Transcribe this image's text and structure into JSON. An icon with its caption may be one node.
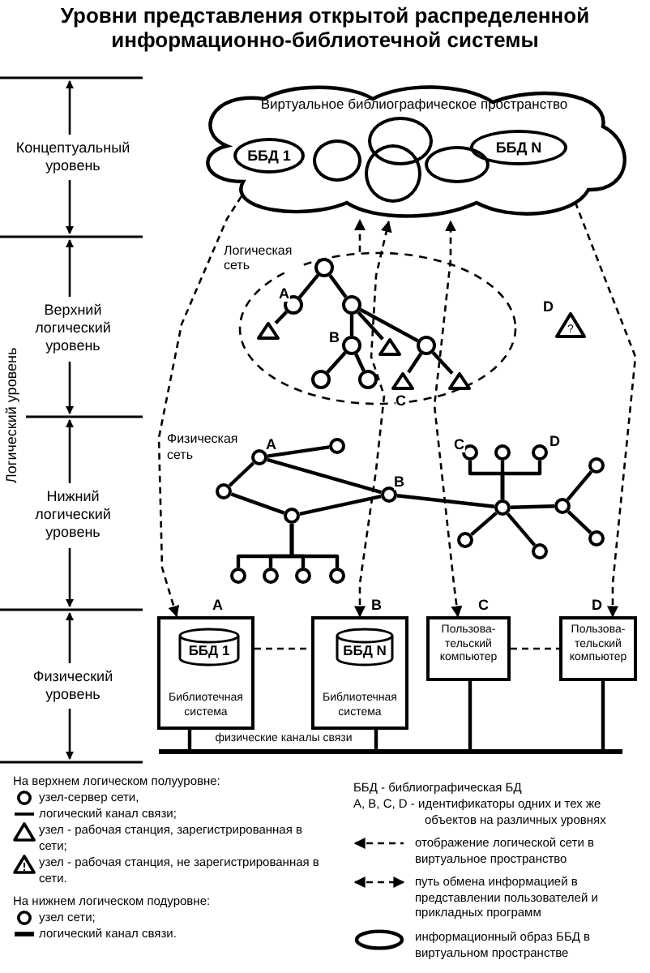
{
  "diagram": {
    "title": "Уровни представления открытой распределенной информационно-библиотечной системы",
    "nodes": [
      {
        "text": [
          "Виртуальное библиографическое пространство"
        ]
      },
      {
        "text": [
          "ББД 1"
        ],
        "in": 0
      },
      {
        "text": [],
        "shape": "ellipse",
        "in": 0
      },
      {
        "text": [],
        "shape": "ellipse",
        "in": 0
      },
      {
        "text": [],
        "shape": "ellipse",
        "in": 0
      },
      {
        "text": [],
        "shape": "ellipse",
        "in": 0
      },
      {
        "text": [
          "ББД N"
        ],
        "in": 0
      },
      {
        "text": [
          "Логическая сеть"
        ]
      },
      {
        "text": [],
        "shape": "circle",
        "in": 7
      },
      {
        "text": [],
        "shape": "circle",
        "in": 7,
        "beside": [
          "A"
        ]
      },
      {
        "text": [],
        "shape": "circle",
        "in": 7
      },
      {
        "text": [],
        "shape": "triangle",
        "in": 7
      },
      {
        "text": [],
        "shape": "circle",
        "in": 7,
        "beside": [
          "B"
        ]
      },
      {
        "text": [],
        "shape": "triangle",
        "in": 7
      },
      {
        "text": [],
        "shape": "circle",
        "in": 7
      },
      {
        "text": [],
        "shape": "circle",
        "in": 7
      },
      {
        "text": [],
        "shape": "circle",
        "in": 7
      },
      {
        "text": [],
        "shape": "triangle",
        "in": 7,
        "beside": [
          "C"
        ]
      },
      {
        "text": [],
        "shape": "triangle",
        "in": 7
      },
      {
        "text": [
          "?"
        ],
        "beside": [
          "D"
        ]
      },
      {
        "text": [],
        "shape": "circle",
        "beside": [
          "A"
        ]
      },
      {
        "text": [],
        "shape": "circle"
      },
      {
        "text": [],
        "shape": "circle"
      },
      {
        "text": [],
        "shape": "circle"
      },
      {
        "text": [],
        "shape": "circle",
        "beside": [
          "B"
        ]
      },
      {
        "text": [],
        "shape": "circle"
      },
      {
        "text": [],
        "shape": "circle"
      },
      {
        "text": [],
        "shape": "circle"
      },
      {
        "text": [],
        "shape": "circle"
      },
      {
        "text": [],
        "shape": "circle",
        "beside": [
          "C"
        ]
      },
      {
        "text": [],
        "shape": "circle"
      },
      {
        "text": [],
        "shape": "circle",
        "beside": [
          "D"
        ]
      },
      {
        "text": [],
        "shape": "circle"
      },
      {
        "text": [],
        "shape": "circle"
      },
      {
        "text": [],
        "shape": "circle"
      },
      {
        "text": [],
        "shape": "circle"
      },
      {
        "text": [],
        "shape": "circle"
      },
      {
        "text": [],
        "shape": "circle"
      },
      {
        "text": [
          "Библиотечная система"
        ],
        "beside": [
          "A"
        ]
      },
      {
        "text": [
          "ББД 1"
        ],
        "in": 38
      },
      {
        "text": [
          "Библиотечная система"
        ],
        "beside": [
          "B"
        ]
      },
      {
        "text": [
          "ББД N"
        ],
        "in": 40
      },
      {
        "text": [
          "Пользова-тельский компьютер"
        ],
        "beside": [
          "C"
        ]
      },
      {
        "text": [
          "Пользова-тельский компьютер"
        ],
        "beside": [
          "D"
        ]
      },
      {
        "text": [],
        "shape": "bar",
        "beside": [
          "физические каналы связи"
        ]
      }
    ],
    "edges": [
      {
        "from": 38,
        "to": 1,
        "arrow": "both",
        "style": "dashed"
      },
      {
        "from": 40,
        "to": 0,
        "arrow": "both",
        "style": "dashed"
      },
      {
        "from": 42,
        "to": 0,
        "arrow": "both",
        "style": "dashed"
      },
      {
        "from": 43,
        "to": 6,
        "arrow": "both",
        "style": "dashed"
      },
      {
        "from": 7,
        "to": 0,
        "arrow": "to",
        "style": "dashed"
      },
      {
        "from": 8,
        "to": 9,
        "arrow": "none"
      },
      {
        "from": 8,
        "to": 10,
        "arrow": "none"
      },
      {
        "from": 9,
        "to": 11,
        "arrow": "none"
      },
      {
        "from": 10,
        "to": 12,
        "arrow": "none"
      },
      {
        "from": 10,
        "to": 13,
        "arrow": "none"
      },
      {
        "from": 10,
        "to": 14,
        "arrow": "none"
      },
      {
        "from": 12,
        "to": 15,
        "arrow": "none"
      },
      {
        "from": 12,
        "to": 16,
        "arrow": "none"
      },
      {
        "from": 14,
        "to": 17,
        "arrow": "none"
      },
      {
        "from": 14,
        "to": 18,
        "arrow": "none"
      },
      {
        "from": 20,
        "to": 21,
        "arrow": "none"
      },
      {
        "from": 20,
        "to": 22,
        "arrow": "none"
      },
      {
        "from": 20,
        "to": 24,
        "arrow": "none"
      },
      {
        "from": 22,
        "to": 23,
        "arrow": "none"
      },
      {
        "from": 23,
        "to": 24,
        "arrow": "none"
      },
      {
        "from": 23,
        "to": 25,
        "arrow": "none"
      },
      {
        "from": 23,
        "to": 26,
        "arrow": "none"
      },
      {
        "from": 23,
        "to": 27,
        "arrow": "none"
      },
      {
        "from": 23,
        "to": 28,
        "arrow": "none"
      },
      {
        "from": 24,
        "to": 32,
        "arrow": "none"
      },
      {
        "from": 32,
        "to": 29,
        "arrow": "none"
      },
      {
        "from": 32,
        "to": 30,
        "arrow": "none"
      },
      {
        "from": 32,
        "to": 31,
        "arrow": "none"
      },
      {
        "from": 32,
        "to": 33,
        "arrow": "none"
      },
      {
        "from": 32,
        "to": 34,
        "arrow": "none"
      },
      {
        "from": 32,
        "to": 35,
        "arrow": "none"
      },
      {
        "from": 35,
        "to": 36,
        "arrow": "none"
      },
      {
        "from": 35,
        "to": 37,
        "arrow": "none"
      },
      {
        "from": 38,
        "to": 40,
        "arrow": "none",
        "style": "dashed"
      },
      {
        "from": 42,
        "to": 43,
        "arrow": "none",
        "style": "dashed"
      },
      {
        "from": 38,
        "to": 44,
        "arrow": "none"
      },
      {
        "from": 40,
        "to": 44,
        "arrow": "none"
      },
      {
        "from": 42,
        "to": 44,
        "arrow": "none"
      },
      {
        "from": 43,
        "to": 44,
        "arrow": "none"
      }
    ],
    "labels": [
      "Концептуальный уровень",
      "Верхний логический уровень",
      "Логический уровень",
      "Физическая сеть",
      "Нижний логический уровень",
      "Физический уровень",
      "На верхнем логическом полууровне:",
      "ББД - библиографическая БД",
      "A, B, C, D - идентификаторы одних и тех же объектов на различных уровнях",
      "На нижнем логическом подуровне:"
    ],
    "legend": [
      {
        "text": "узел-сервер сети,"
      },
      {
        "text": "логический канал связи;"
      },
      {
        "text": "узел - рабочая станция, зарегистрированная в сети;"
      },
      {
        "text": "узел - рабочая станция, не зарегистрированная в сети."
      },
      {
        "text": "узел сети;"
      },
      {
        "text": "логический канал связи."
      },
      {
        "text": "отображение логической сети в виртуальное пространство"
      },
      {
        "text": "путь обмена информацией в представлении пользователей и прикладных программ"
      },
      {
        "text": "информационный образ ББД в виртуальном пространстве"
      }
    ]
  }
}
